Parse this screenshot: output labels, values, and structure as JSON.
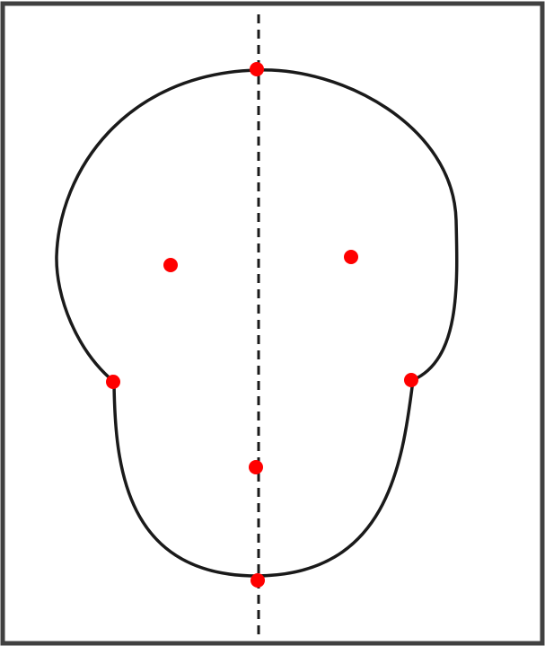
{
  "diagram": {
    "colors": {
      "frame": "#404040",
      "outline": "#1a1a1a",
      "axis": "#1a1a1a",
      "landmark": "#ff0000",
      "background": "#ffffff"
    },
    "landmarks": [
      {
        "id": "top"
      },
      {
        "id": "left-eye"
      },
      {
        "id": "right-eye"
      },
      {
        "id": "left-jaw-corner"
      },
      {
        "id": "right-jaw-corner"
      },
      {
        "id": "nose"
      },
      {
        "id": "chin"
      }
    ]
  }
}
